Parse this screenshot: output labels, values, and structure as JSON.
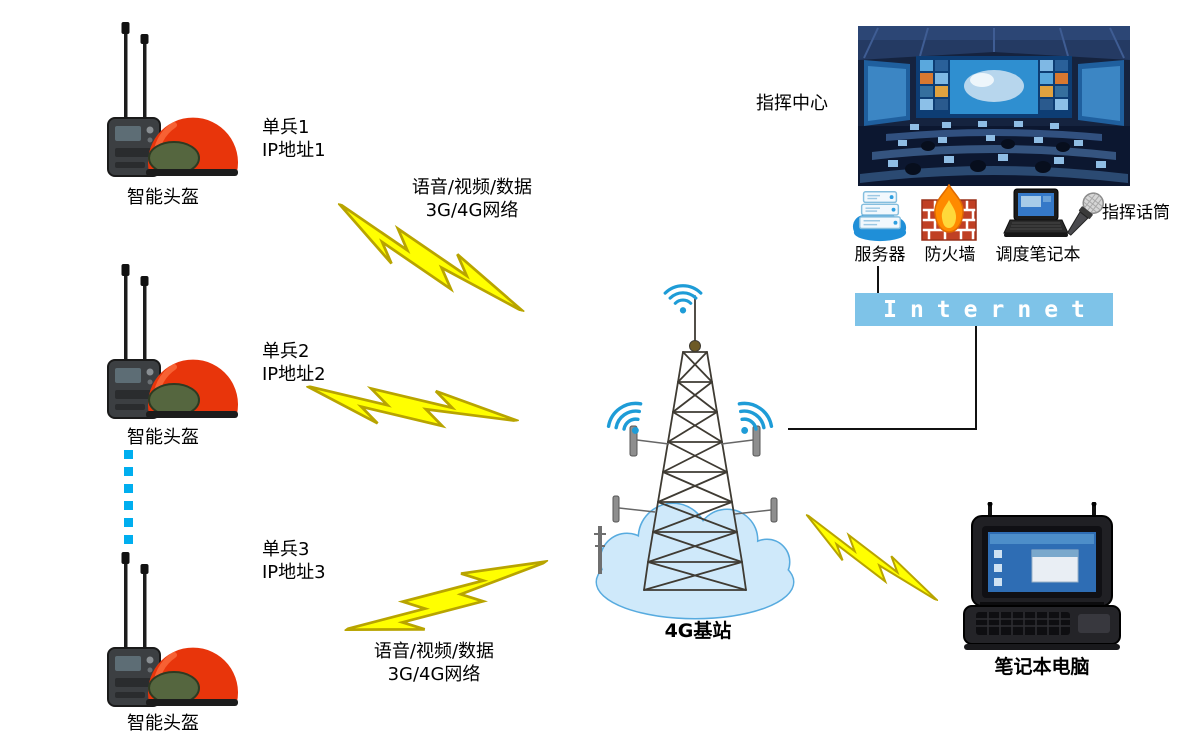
{
  "diagram": {
    "helmets": [
      {
        "label": "智能头盔"
      },
      {
        "label": "智能头盔"
      },
      {
        "label": "智能头盔"
      }
    ],
    "soldiers": [
      {
        "name": "单兵1",
        "ip": "IP地址1"
      },
      {
        "name": "单兵2",
        "ip": "IP地址2"
      },
      {
        "name": "单兵3",
        "ip": "IP地址3"
      }
    ],
    "radio_links": {
      "top": {
        "line1": "语音/视频/数据",
        "line2": "3G/4G网络"
      },
      "bottom": {
        "line1": "语音/视频/数据",
        "line2": "3G/4G网络"
      }
    },
    "base_station": {
      "label": "4G基站"
    },
    "command_center": {
      "label": "指挥中心"
    },
    "equipment": {
      "server": "服务器",
      "firewall": "防火墙",
      "dispatch_laptop": "调度笔记本",
      "command_mic": "指挥话筒"
    },
    "internet": {
      "label": "Internet"
    },
    "field_laptop": {
      "label": "笔记本电脑"
    },
    "colors": {
      "lightning_fill": "#ffff00",
      "lightning_stroke": "#b8a400",
      "internet_bar": "#7ec3e8",
      "dashed_link": "#00aeef",
      "wifi_blue": "#1e9cd7",
      "helmet_red": "#e8350b",
      "cloud_blue": "#cfe9fa"
    }
  }
}
